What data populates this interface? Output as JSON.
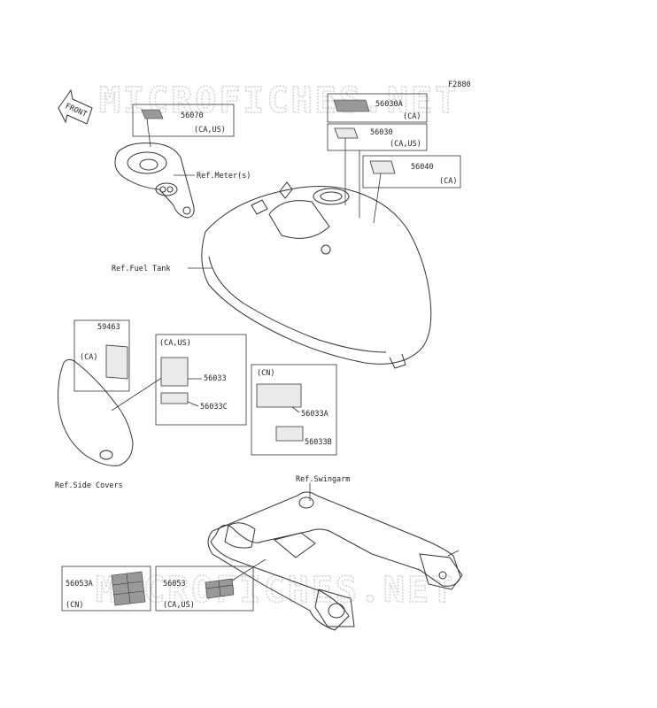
{
  "watermark": "MICROFICHES.NET",
  "figure_code": "F2880",
  "front_label": "FRONT",
  "refs": {
    "meter": "Ref.Meter(s)",
    "fuel_tank": "Ref.Fuel Tank",
    "side_covers": "Ref.Side Covers",
    "swingarm": "Ref.Swingarm"
  },
  "parts": [
    {
      "id": "56070",
      "region": "(CA,US)"
    },
    {
      "id": "56030A",
      "region": "(CA)"
    },
    {
      "id": "56030",
      "region": "(CA,US)"
    },
    {
      "id": "56040",
      "region": "(CA)"
    },
    {
      "id": "59463",
      "region": "(CA)"
    },
    {
      "id": "56033",
      "region": "(CA,US)"
    },
    {
      "id": "56033C",
      "region": ""
    },
    {
      "id": "56033A",
      "region": "(CN)"
    },
    {
      "id": "56033B",
      "region": ""
    },
    {
      "id": "56053A",
      "region": "(CN)"
    },
    {
      "id": "56053",
      "region": "(CA,US)"
    }
  ]
}
